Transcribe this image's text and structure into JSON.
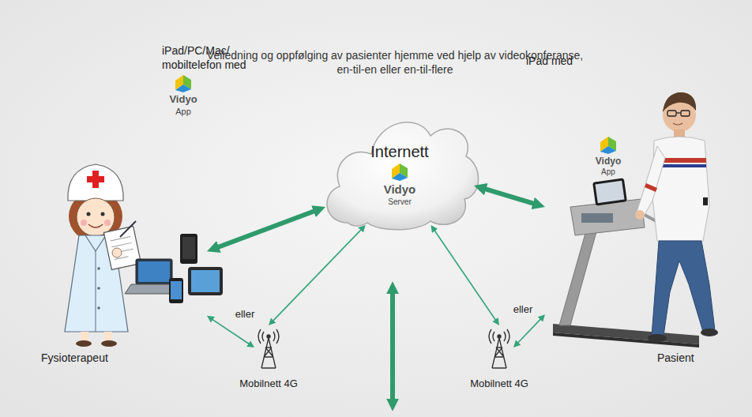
{
  "diagram": {
    "title": "Veiledning og oppfølging av pasienter hjemme ved hjelp av videokonferanse, en-til-en eller en-til-flere",
    "nodes": [
      {
        "text": [
          "iPad/PC/Mac/ mobiltelefon med",
          "Vidyo",
          "App",
          "Fysioterapeut"
        ]
      },
      {
        "text": [
          "Internett",
          "Vidyo",
          "Server"
        ]
      },
      {
        "text": [
          "iPad med",
          "Vidyo",
          "App",
          "Pasient"
        ]
      },
      {
        "text": [
          "Mobilnett 4G"
        ]
      },
      {
        "text": [
          "Mobilnett 4G"
        ]
      }
    ],
    "edges": [
      {
        "from": 0,
        "to": 1,
        "arrow": "both"
      },
      {
        "from": 1,
        "to": 2,
        "arrow": "both"
      },
      {
        "from": 0,
        "to": 3,
        "label": "eller",
        "arrow": "both"
      },
      {
        "from": 3,
        "to": 1,
        "arrow": "both"
      },
      {
        "from": 4,
        "to": 1,
        "arrow": "both"
      },
      {
        "from": 2,
        "to": 4,
        "label": "eller",
        "arrow": "both"
      }
    ]
  }
}
